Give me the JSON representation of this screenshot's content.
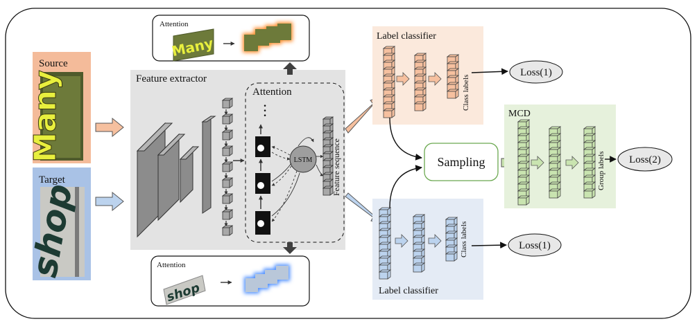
{
  "source_panel": {
    "label": "Source",
    "image_text": "Many",
    "fill": "#f4bb9a"
  },
  "target_panel": {
    "label": "Target",
    "image_text": "shop",
    "fill": "#a9c2e6"
  },
  "feature_extractor": {
    "label": "Feature extractor",
    "fill": "#e3e3e3"
  },
  "attention_module": {
    "label": "Attention",
    "lstm_label": "LSTM",
    "dots": "·",
    "feature_sequence_label": "Feature sequence"
  },
  "attention_top": {
    "label": "Attention",
    "image_text": "Many"
  },
  "attention_bottom": {
    "label": "Attention",
    "image_text": "shop"
  },
  "label_classifier_top": {
    "label": "Label classifier",
    "class_labels": "Class labels",
    "fill": "#fbe9dc"
  },
  "label_classifier_bottom": {
    "label": "Label classifier",
    "class_labels": "Class labels",
    "fill": "#e4ebf5"
  },
  "sampling": {
    "label": "Sampling"
  },
  "mcd": {
    "label": "MCD",
    "group_labels": "Group labels",
    "fill": "#e6f1dc"
  },
  "losses": {
    "loss1_top": "Loss(1)",
    "loss2": "Loss(2)",
    "loss1_bottom": "Loss(1)"
  },
  "colors": {
    "orange": "#f6c09f",
    "blue": "#bcd3ee",
    "green": "#c9e4b0",
    "gray": "#9a9a9a",
    "dark": "#404040"
  }
}
